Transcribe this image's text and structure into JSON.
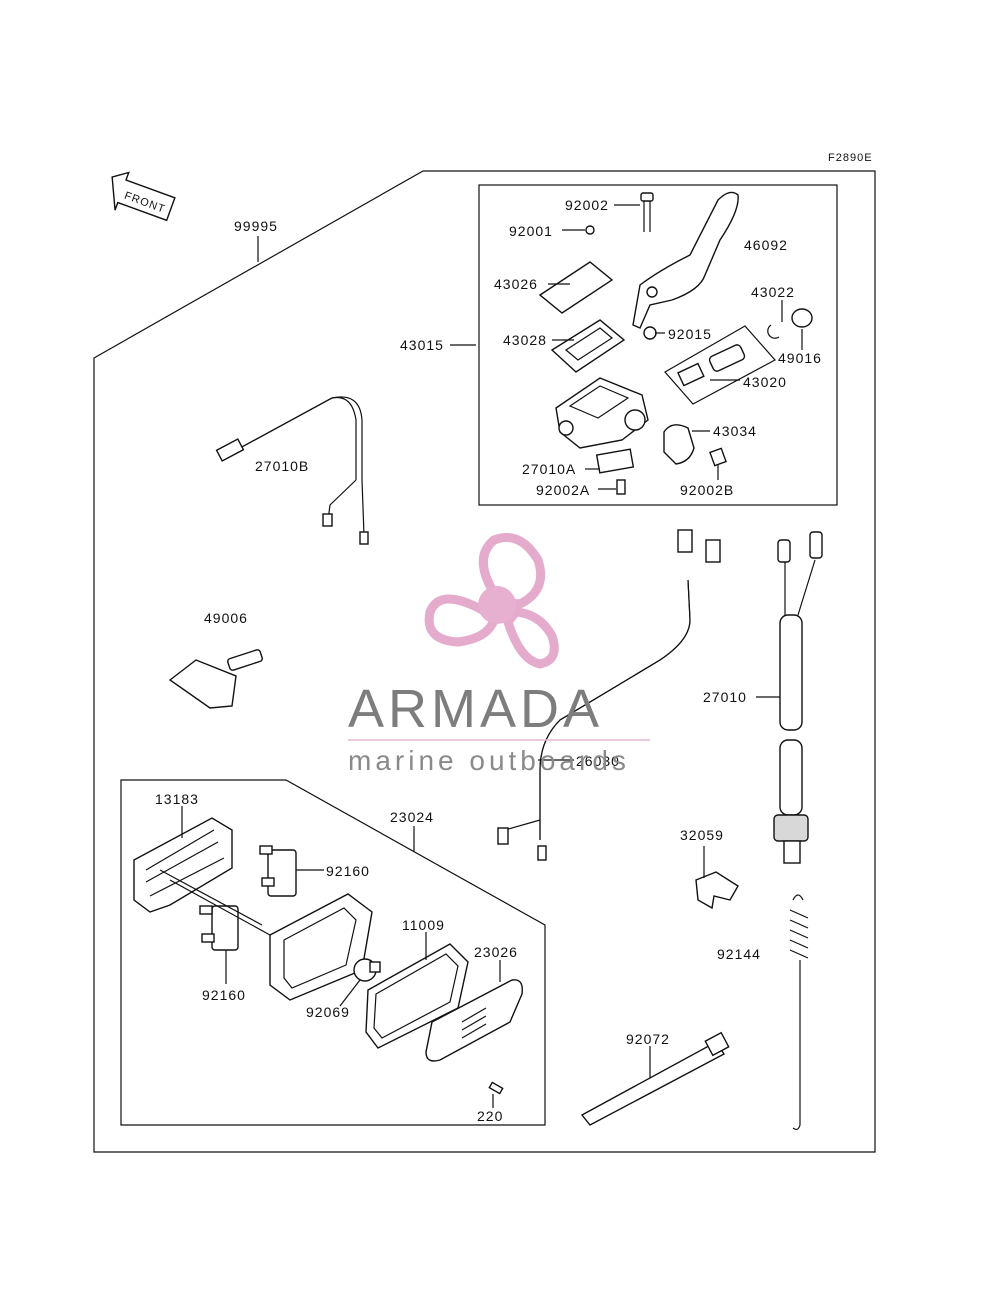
{
  "figure_code": "F2890E",
  "front_arrow": "FRONT",
  "watermark": {
    "brand": "ARMADA",
    "tagline": "marine outboards",
    "logo_color": "#e2a3c7",
    "logo_center_color": "#e5a8cb"
  },
  "callouts": {
    "p99995": "99995",
    "p92002": "92002",
    "p92001": "92001",
    "p46092": "46092",
    "p43026": "43026",
    "p43022": "43022",
    "p43015": "43015",
    "p43028": "43028",
    "p92015": "92015",
    "p49016": "49016",
    "p43020": "43020",
    "p43034": "43034",
    "p27010B": "27010B",
    "p27010A": "27010A",
    "p92002A": "92002A",
    "p92002B": "92002B",
    "p49006": "49006",
    "p27010": "27010",
    "p26030": "26030",
    "p13183": "13183",
    "p23024": "23024",
    "p92160a": "92160",
    "p92160b": "92160",
    "p11009": "11009",
    "p23026": "23026",
    "p92069": "92069",
    "p220": "220",
    "p32059": "32059",
    "p92144": "92144",
    "p92072": "92072"
  }
}
